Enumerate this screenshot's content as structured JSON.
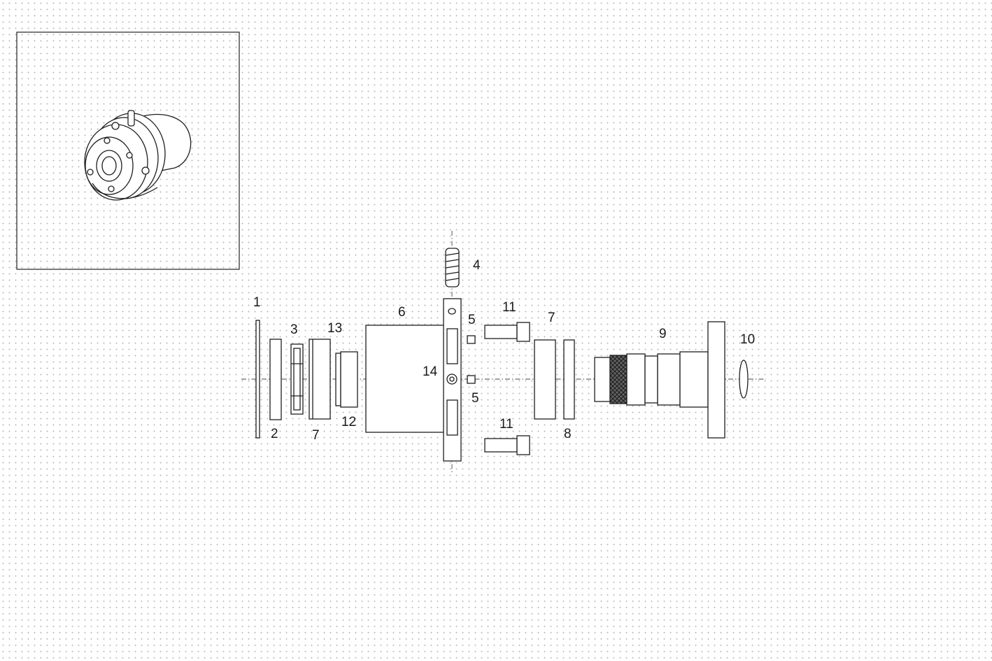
{
  "diagram": {
    "callouts": [
      {
        "id": "c1",
        "text": "1"
      },
      {
        "id": "c2",
        "text": "2"
      },
      {
        "id": "c3",
        "text": "3"
      },
      {
        "id": "c4",
        "text": "4"
      },
      {
        "id": "c5a",
        "text": "5"
      },
      {
        "id": "c5b",
        "text": "5"
      },
      {
        "id": "c6",
        "text": "6"
      },
      {
        "id": "c7a",
        "text": "7"
      },
      {
        "id": "c7b",
        "text": "7"
      },
      {
        "id": "c8",
        "text": "8"
      },
      {
        "id": "c9",
        "text": "9"
      },
      {
        "id": "c10",
        "text": "10"
      },
      {
        "id": "c11a",
        "text": "11"
      },
      {
        "id": "c11b",
        "text": "11"
      },
      {
        "id": "c12",
        "text": "12"
      },
      {
        "id": "c13",
        "text": "13"
      },
      {
        "id": "c14",
        "text": "14"
      }
    ]
  }
}
